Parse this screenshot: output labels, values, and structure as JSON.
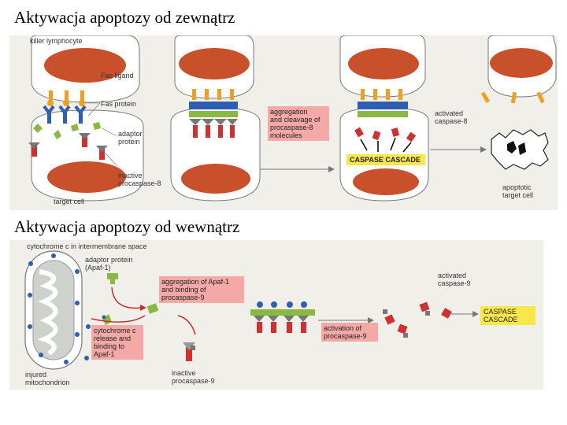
{
  "title_top": "Aktywacja apoptozy od zewnątrz",
  "title_bottom": "Aktywacja apoptozy od wewnątrz",
  "panel_top": {
    "killer_lymphocyte": "killer lymphocyte",
    "fas_ligand": "Fas ligand",
    "fas_protein": "Fas protein",
    "adaptor_protein": "adaptor\nprotein",
    "inactive_procaspase": "inactive\nprocaspase-8",
    "target_cell": "target cell",
    "aggregation_box": "aggregation\nand cleavage of\nprocaspase-8\nmolecules",
    "activated_caspase": "activated\ncaspase-8",
    "caspase_cascade": "CASPASE CASCADE",
    "apoptotic_cell": "apoptotic\ntarget cell"
  },
  "panel_bottom": {
    "cytochrome_label": "cytochrome c in intermembrane space",
    "adaptor_protein": "adaptor protein\n(Apaf-1)",
    "aggregation_box": "aggregation of Apaf-1\nand binding of\nprocaspase-9",
    "cytochrome_release": "cytochrome c\nrelease and\nbinding to\nApaf-1",
    "injured_mito": "injured\nmitochondrion",
    "inactive_procaspase": "inactive\nprocaspase-9",
    "activation_box": "activation of\nprocaspase-9",
    "activated_caspase": "activated\ncaspase-9",
    "caspase_cascade": "CASPASE\nCASCADE"
  },
  "colors": {
    "cell_fill": "#ffffff",
    "nucleus": "#c8502a",
    "fas_blue": "#2f5fb3",
    "ligand_orange": "#f0a020",
    "adaptor_green": "#8ab840",
    "caspase_red": "#d03030",
    "pink_box": "#f4a9a6",
    "yellow_box": "#f7e84a"
  }
}
